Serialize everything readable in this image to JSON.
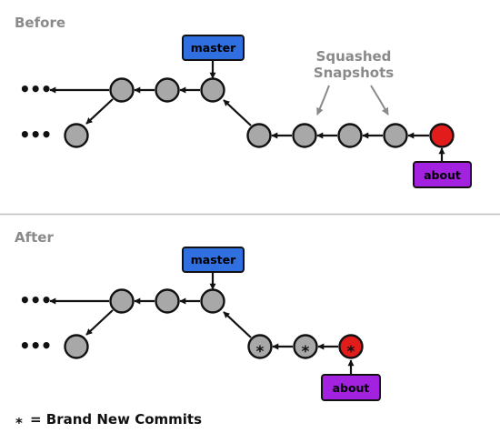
{
  "before": {
    "title": "Before",
    "master_label": "master",
    "about_label": "about",
    "note_line1": "Squashed",
    "note_line2": "Snapshots"
  },
  "after": {
    "title": "After",
    "master_label": "master",
    "about_label": "about"
  },
  "legend": {
    "symbol": "*",
    "text": "= Brand New Commits"
  },
  "ellipsis": "•••",
  "commit_marker": "*",
  "colors": {
    "commit_fill": "#a8a8a8",
    "head_commit_fill": "#e21b1b",
    "master_label_bg": "#2f6fe0",
    "about_label_bg": "#a222e0",
    "divider": "#bfbfbf",
    "muted_text": "#8a8a8a"
  }
}
